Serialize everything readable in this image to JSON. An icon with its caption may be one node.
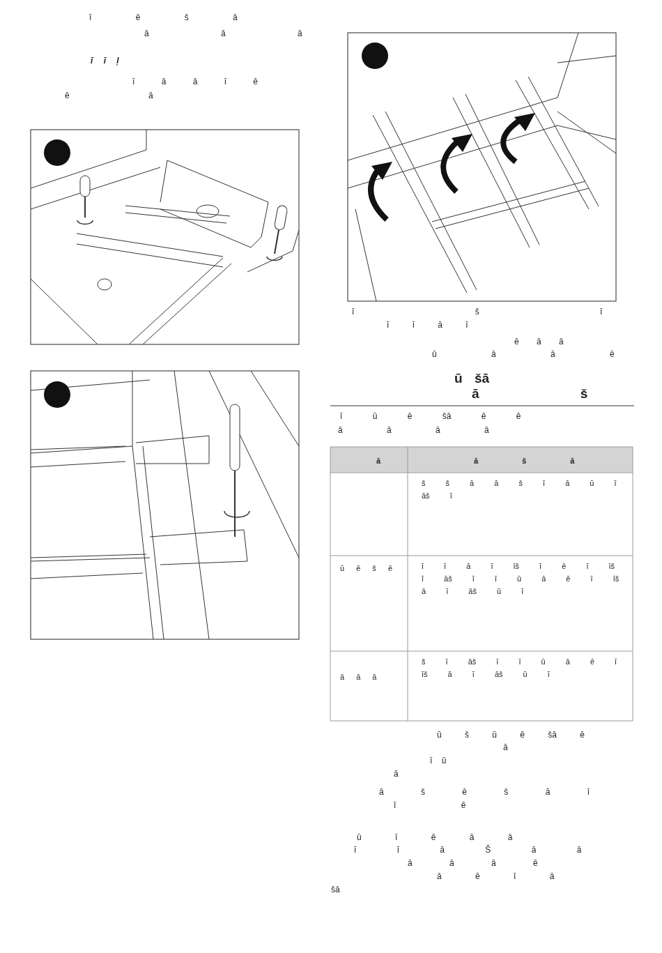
{
  "diagram": {
    "labels": [
      "ī ē š ā",
      "ā ā ā",
      "ī ī ļ",
      "ī ā ā ī ē",
      "ē ā",
      "ī š ī",
      "ī ī ā ī",
      "ē ā ā",
      "ū ā ā ē",
      "ū šā",
      "ā š",
      "ī ū ē šā ē ē",
      "ā ā ā ā",
      "ā",
      "ā š ā",
      "š š ā ā š ī ā ū ī āš ī",
      "ū ē š ē",
      "ī ī ā ī īš ī ē ī īš ī āš ī ī ū ā ē ī īš ā ī āš ū ī",
      "ā ā ā",
      "š ī āš ī ī ū ā ē ī īš ā ī āš ū ī",
      "ū š ū ē šā ē",
      "ā",
      "ī ū",
      "ā",
      "ā š ē š ā ī",
      "ī ē",
      "ū ī ē ā ā",
      "ī ī ā Š ā ā",
      "ā ā ā ē",
      "ā ē ī ā",
      "šā"
    ]
  }
}
